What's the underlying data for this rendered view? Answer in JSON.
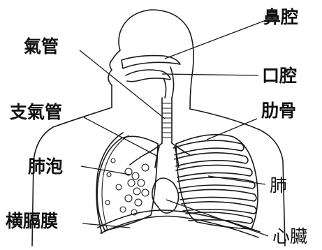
{
  "labels": {
    "nasal_cavity": "鼻腔",
    "oral_cavity": "口腔",
    "trachea": "氣管",
    "ribs": "肋骨",
    "bronchus": "支氣管",
    "alveoli": "肺泡",
    "lung": "肺",
    "diaphragm": "横膈膜",
    "heart": "心臟"
  }
}
